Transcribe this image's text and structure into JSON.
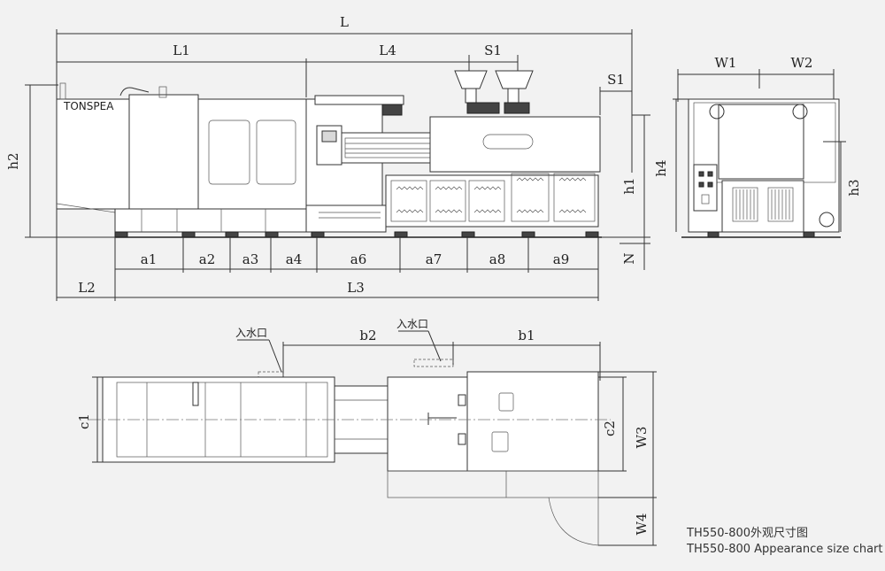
{
  "drawing": {
    "dims_top": {
      "L": "L",
      "L1": "L1",
      "L4": "L4",
      "S1a": "S1",
      "S1b": "S1",
      "h2": "h2",
      "h1": "h1",
      "N": "N"
    },
    "dims_bottom_row": {
      "L2": "L2",
      "L3": "L3",
      "a1": "a1",
      "a2": "a2",
      "a3": "a3",
      "a4": "a4",
      "a6": "a6",
      "a7": "a7",
      "a8": "a8",
      "a9": "a9"
    },
    "dims_end_view": {
      "W1": "W1",
      "W2": "W2",
      "h4": "h4",
      "h3": "h3"
    },
    "dims_plan": {
      "b1": "b1",
      "b2": "b2",
      "c1": "c1",
      "c2": "c2",
      "W3": "W3",
      "W4": "W4"
    },
    "water_inlet_1": "入水口",
    "water_inlet_2": "入水口"
  },
  "caption": {
    "line1": "TH550-800外观尺寸图",
    "line2": "TH550-800 Appearance size chart"
  }
}
